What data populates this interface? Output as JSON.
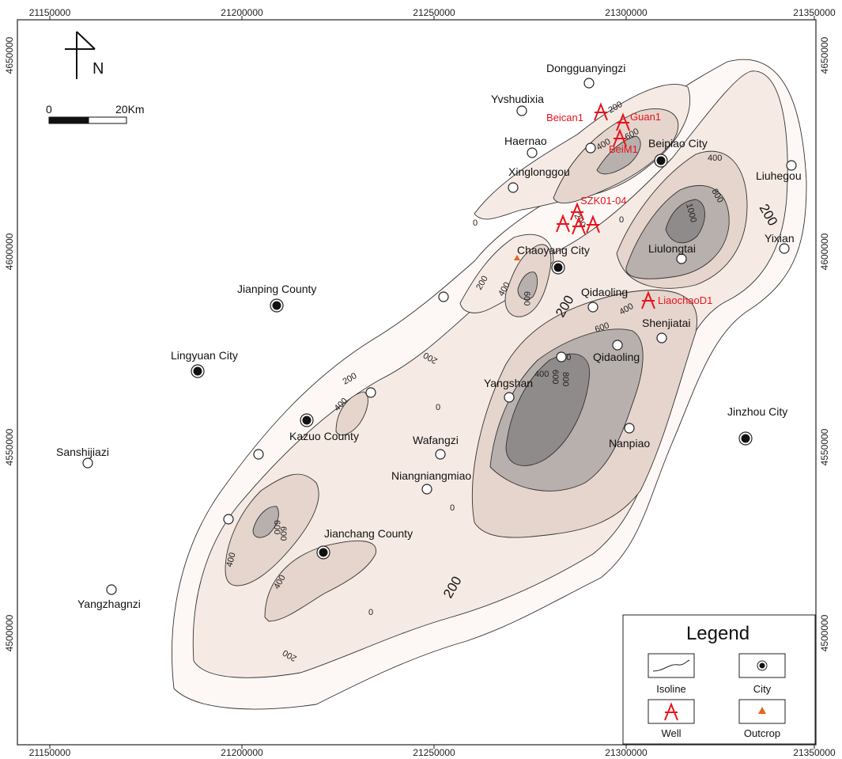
{
  "map": {
    "x_ticks": [
      "21150000",
      "21200000",
      "21250000",
      "21300000",
      "21350000"
    ],
    "y_ticks": [
      "4650000",
      "4600000",
      "4550000",
      "4500000"
    ],
    "north_label": "N",
    "scale": {
      "start": "0",
      "end": "20Km"
    },
    "colors": {
      "band_0": "#fdf8f5",
      "band_200": "#f6ebe4",
      "band_400": "#e6d5cd",
      "band_600": "#b7b0ad",
      "band_800": "#8f8b8a",
      "well": "#e8141c",
      "outcrop": "#e8641c"
    },
    "places": [
      {
        "name": "Dongguanyingzi",
        "kind": "village"
      },
      {
        "name": "Yvshudixia",
        "kind": "village"
      },
      {
        "name": "Haernao",
        "kind": "village"
      },
      {
        "name": "Xinglonggou",
        "kind": "village"
      },
      {
        "name": "Beipiao City",
        "kind": "city"
      },
      {
        "name": "Liuhegou",
        "kind": "village"
      },
      {
        "name": "Yixian",
        "kind": "village"
      },
      {
        "name": "Chaoyang City",
        "kind": "city"
      },
      {
        "name": "Liulongtai",
        "kind": "village"
      },
      {
        "name": "Qidaoling",
        "kind": "village"
      },
      {
        "name": "Shenjiatai",
        "kind": "village"
      },
      {
        "name": "Qidaoling",
        "kind": "village"
      },
      {
        "name": "Jianping County",
        "kind": "city"
      },
      {
        "name": "Lingyuan City",
        "kind": "city"
      },
      {
        "name": "Yangshan",
        "kind": "village"
      },
      {
        "name": "Kazuo County",
        "kind": "city"
      },
      {
        "name": "Wafangzi",
        "kind": "village"
      },
      {
        "name": "Nanpiao",
        "kind": "village"
      },
      {
        "name": "Jinzhou City",
        "kind": "city"
      },
      {
        "name": "Sanshijiazi",
        "kind": "village"
      },
      {
        "name": "Niangniangmiao",
        "kind": "village"
      },
      {
        "name": "Jianchang County",
        "kind": "city"
      },
      {
        "name": "Yangzhagnzi",
        "kind": "village"
      }
    ],
    "wells": [
      "Beican1",
      "Guan1",
      "BeiM1",
      "SZK01-04",
      "LiaochaoD1"
    ],
    "isolines": [
      "200",
      "400",
      "600",
      "800",
      "1000",
      "0",
      "200",
      "400",
      "400",
      "600",
      "0",
      "200",
      "200",
      "400",
      "600",
      "800",
      "0",
      "200",
      "200",
      "0",
      "400",
      "600",
      "400",
      "200",
      "0",
      "200",
      "400",
      "600",
      "200",
      "600",
      "400",
      "800"
    ],
    "legend": {
      "title": "Legend",
      "items": [
        {
          "label": "Isoline",
          "icon": "isoline-icon"
        },
        {
          "label": "City",
          "icon": "city-icon"
        },
        {
          "label": "Well",
          "icon": "well-icon"
        },
        {
          "label": "Outcrop",
          "icon": "outcrop-icon"
        }
      ]
    }
  }
}
